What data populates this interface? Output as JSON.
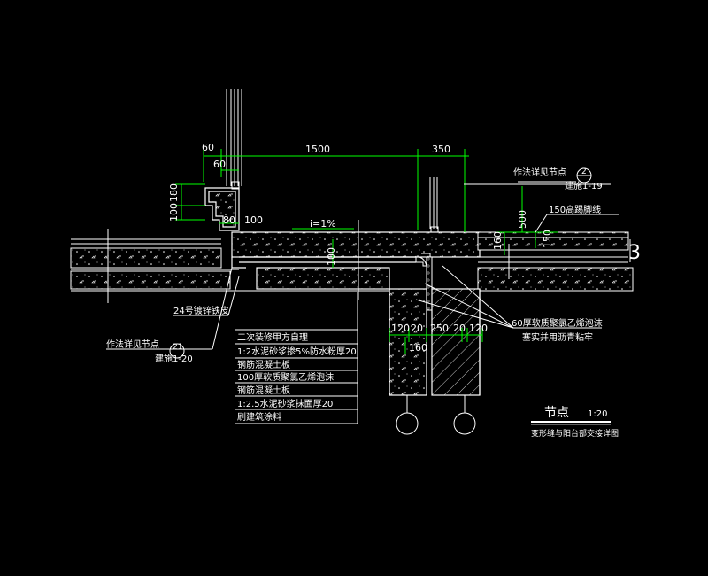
{
  "colors": {
    "background": "#000000",
    "line": "#ffffff",
    "dimension": "#00ff00",
    "magenta": "#ff00ff"
  },
  "dimensions": {
    "d60_top": "60",
    "d1500": "1500",
    "d350": "350",
    "d60_inner": "60",
    "d180": "180",
    "d100_left": "100",
    "d80": "80",
    "d100_right": "100",
    "slope": "i=1%",
    "d100_slab": "100",
    "d160_right": "160",
    "d500": "500",
    "d150": "150",
    "d120_a": "120",
    "d20_a": "20",
    "d250": "250",
    "d20_b": "20",
    "d120_b": "120",
    "d160_bottom": "160"
  },
  "callouts": {
    "detail_ref_top": {
      "text": "作法详见节点",
      "circle_num": "2",
      "sheet": "建施1-19"
    },
    "detail_ref_left": {
      "text": "作法详见节点",
      "circle_num": "21",
      "sheet": "建施1-20"
    },
    "skirting": "150高踢脚线",
    "galvanized": "24号镀锌铁皮",
    "foam_note_line1": "60厚软质聚氯乙烯泡沫",
    "foam_note_line2": "塞实并用沥青粘牢"
  },
  "layers": [
    "二次装修甲方自理",
    "1:2水泥砂浆掺5%防水粉厚20",
    "钢筋混凝土板",
    "100厚软质聚氯乙烯泡沫",
    "钢筋混凝土板",
    "1:2.5水泥砂浆抹面厚20",
    "刷建筑涂料"
  ],
  "axis_label": "3",
  "title": {
    "main": "节点",
    "scale": "1:20",
    "subtitle": "变形缝与阳台部交接详图"
  }
}
